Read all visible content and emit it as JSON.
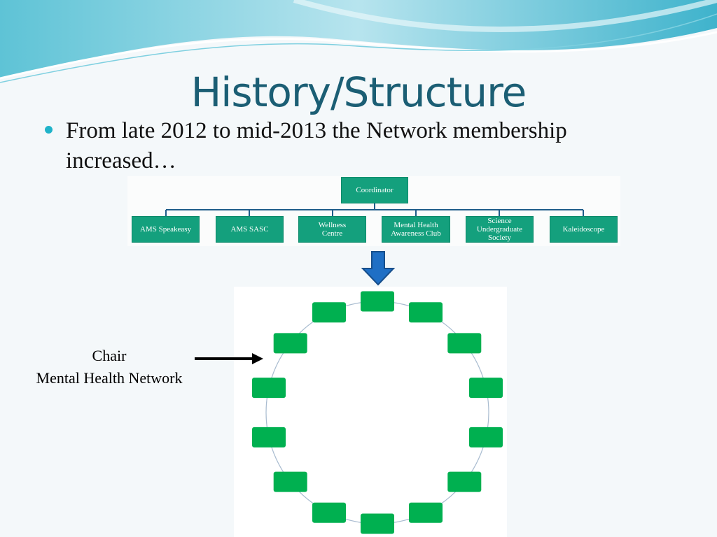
{
  "slide": {
    "title": "History/Structure",
    "bullet": "From late 2012 to mid-2013 the Network membership increased…"
  },
  "org_chart": {
    "coordinator": "Coordinator",
    "members": [
      "AMS Speakeasy",
      "AMS SASC",
      "Wellness Centre",
      "Mental Health Awareness Club",
      "Science Undergraduate Society",
      "Kaleidoscope"
    ]
  },
  "ring": {
    "node_count": 14,
    "chair_label_line1": "Chair",
    "chair_label_line2": "Mental Health Network"
  },
  "colors": {
    "title": "#1b5e74",
    "org_box": "#14a07d",
    "ring_node": "#00b050",
    "arrow": "#1f6fc5",
    "bullet": "#1fb3c9"
  }
}
